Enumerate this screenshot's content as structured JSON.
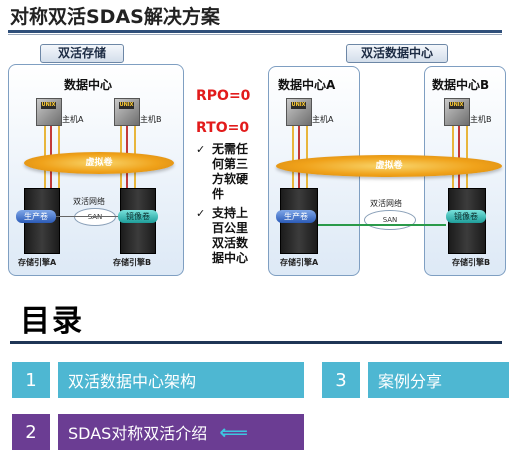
{
  "header": {
    "title": "对称双活SDAS解决方案"
  },
  "left_panel": {
    "label": "双活存储",
    "dc_title": "数据中心",
    "host_a": "主机A",
    "host_b": "主机B",
    "unix_label": "UNIX",
    "virtual_volume": "虚拟卷",
    "network_label": "双活网络",
    "san_label": "SAN",
    "prod_volume": "生产卷",
    "mirror_volume": "镜像卷",
    "engine_a": "存储引擎A",
    "engine_b": "存储引擎B"
  },
  "center": {
    "rpo": "RPO=0",
    "rto": "RTO=0",
    "features": [
      {
        "check": "✓",
        "lines": [
          "无需任",
          "何第三",
          "方软硬",
          "件"
        ]
      },
      {
        "check": "✓",
        "lines": [
          "支持上",
          "百公里",
          "双活数",
          "据中心"
        ]
      }
    ]
  },
  "right_panel": {
    "label": "双活数据中心",
    "dc_a": "数据中心A",
    "dc_b": "数据中心B",
    "host_a": "主机A",
    "host_b": "主机B",
    "unix_label": "UNIX",
    "virtual_volume": "虚拟卷",
    "network_label": "双活网络",
    "san_label": "SAN",
    "prod_volume": "生产卷",
    "mirror_volume": "镜像卷",
    "engine_a": "存储引擎A",
    "engine_b": "存储引擎B"
  },
  "toc": {
    "heading": "目录",
    "items": [
      {
        "num": "1",
        "label": "双活数据中心架构"
      },
      {
        "num": "2",
        "label": "SDAS对称双活介绍"
      },
      {
        "num": "3",
        "label": "案例分享"
      }
    ],
    "arrow": "⟸"
  },
  "colors": {
    "cyan": "#4eb7d2",
    "purple": "#6b3d93",
    "red": "#e21b1b",
    "accent_arrow": "#3ec6e0"
  }
}
